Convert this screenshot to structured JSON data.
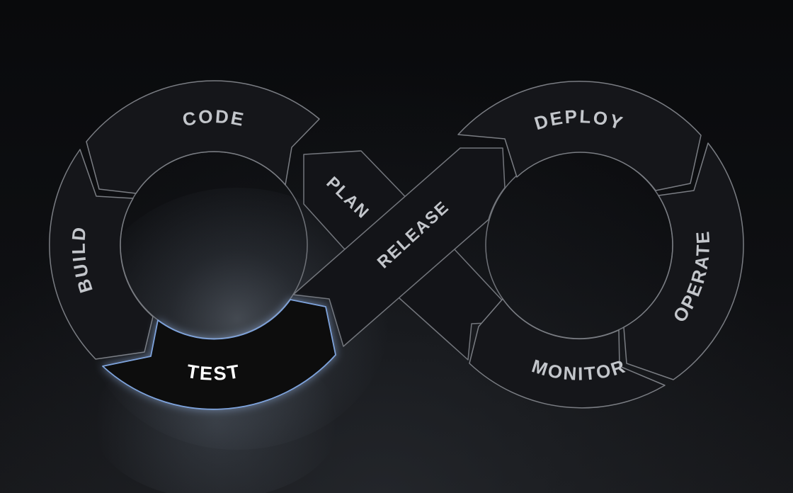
{
  "diagram": {
    "type": "devops-infinity-loop",
    "active_stage": "TEST",
    "stages": [
      {
        "id": "plan",
        "label": "PLAN",
        "active": false
      },
      {
        "id": "code",
        "label": "CODE",
        "active": false
      },
      {
        "id": "build",
        "label": "BUILD",
        "active": false
      },
      {
        "id": "test",
        "label": "TEST",
        "active": true
      },
      {
        "id": "release",
        "label": "RELEASE",
        "active": false
      },
      {
        "id": "deploy",
        "label": "DEPLOY",
        "active": false
      },
      {
        "id": "operate",
        "label": "OPERATE",
        "active": false
      },
      {
        "id": "monitor",
        "label": "MONITOR",
        "active": false
      }
    ],
    "colors": {
      "background_top": "#0a0b0d",
      "background_bottom": "#17181b",
      "segment_fill": "#15161a",
      "segment_outline": "#7a7d83",
      "active_fill": "#08090c",
      "active_outline": "#7ea3dc",
      "label": "#c3c6cb",
      "active_label": "#ffffff",
      "glow": "#b7c9de"
    }
  }
}
